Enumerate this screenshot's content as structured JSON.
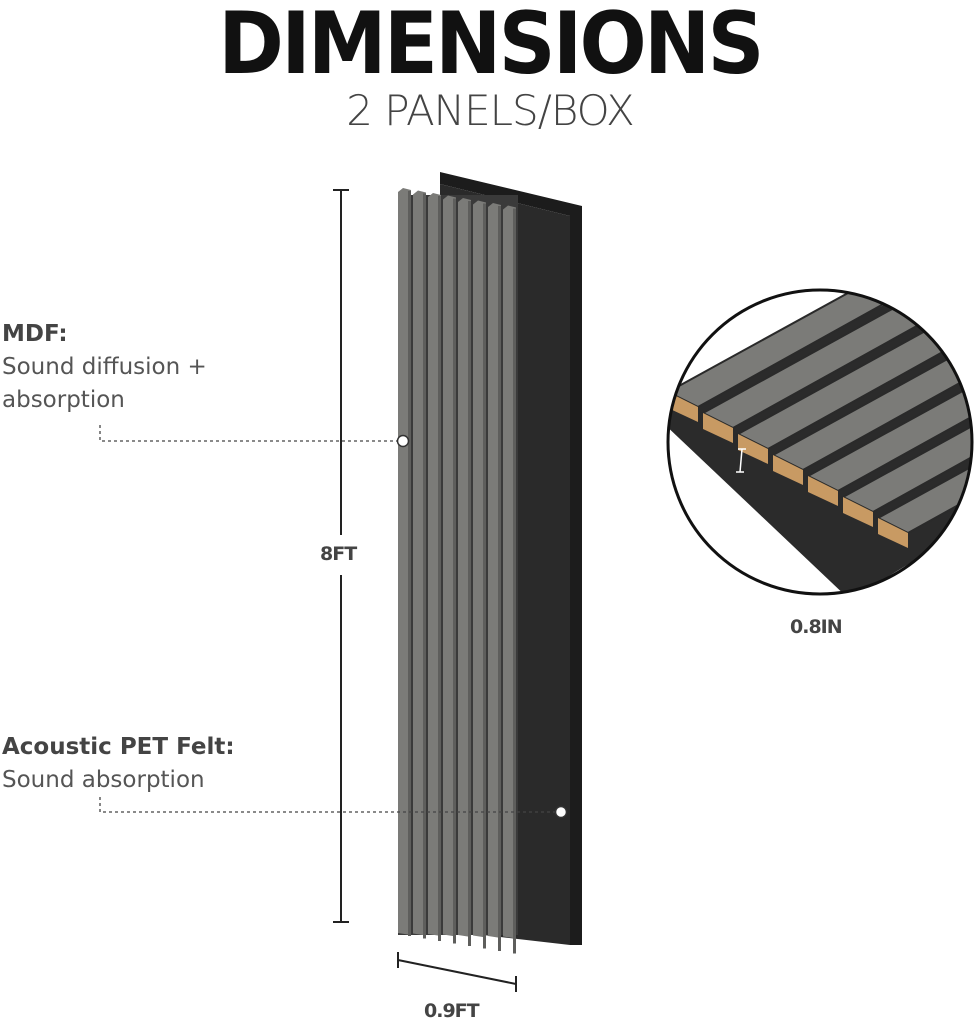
{
  "title": "DIMENSIONS",
  "subtitle": "2 PANELS/BOX",
  "callouts": [
    {
      "heading": "MDF:",
      "text": "Sound diffusion + absorption"
    },
    {
      "heading": "Acoustic PET Felt:",
      "text": "Sound absorption"
    }
  ],
  "dimensions": {
    "height": "8FT",
    "width": "0.9FT",
    "thickness": "0.8IN"
  },
  "colors": {
    "slat": "#7b7b78",
    "felt": "#262626",
    "wood_edge": "#c89a63"
  }
}
